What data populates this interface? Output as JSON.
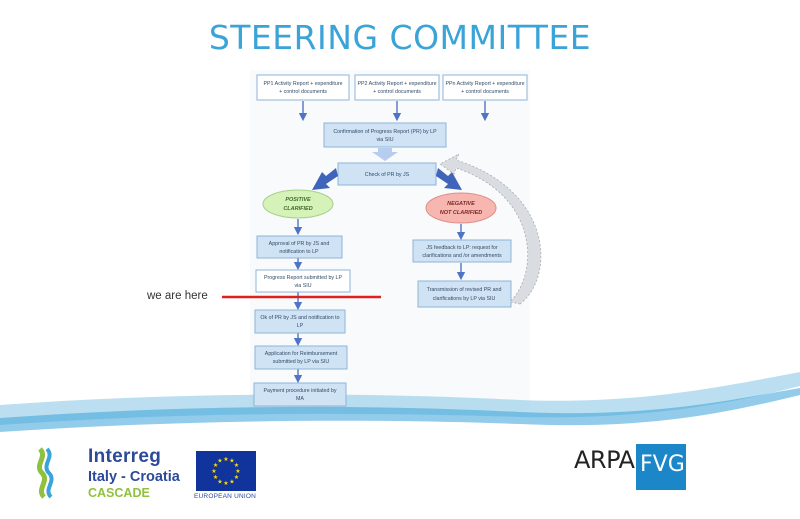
{
  "title": "STEERING COMMITTEE",
  "annotation": {
    "label": "we are here",
    "color": "#e0201b"
  },
  "colors": {
    "title": "#3aa3d8",
    "box_fill": "#cfe3f5",
    "box_stroke": "#8fb4d8",
    "arrow": "#4f74c7",
    "positive_oval": "#d5f2b8",
    "negative_oval": "#f7b7b0"
  },
  "flowchart": {
    "top_boxes": [
      {
        "line1": "PP1 Activity Report + expenditure",
        "line2": "+ control documents"
      },
      {
        "line1": "PP2 Activity Report + expenditure",
        "line2": "+ control documents"
      },
      {
        "line1": "PPn Activity Report + expenditure",
        "line2": "+ control documents"
      }
    ],
    "confirmation": {
      "line1": "Confirmation of Progress Report (PR) by LP",
      "line2": "via SIU"
    },
    "check": {
      "line1": "Check of PR by JS"
    },
    "positive": {
      "line1": "POSITIVE",
      "line2": "CLARIFIED"
    },
    "negative": {
      "line1": "NEGATIVE",
      "line2": "NOT CLARIFIED"
    },
    "left_steps": [
      {
        "line1": "Approval of PR by JS and",
        "line2": "notification to LP"
      },
      {
        "line1": "Progress Report submitted by LP",
        "line2": "via SIU"
      },
      {
        "line1": "Ok of PR by JS and notification to",
        "line2": "LP"
      },
      {
        "line1": "Application for Reimbursement",
        "line2": "submitted by LP via SIU"
      },
      {
        "line1": "Payment procedure initiated by",
        "line2": "MA"
      }
    ],
    "right_steps": [
      {
        "line1": "JS feedback to LP: request for",
        "line2": "clarifications and /or amendments"
      },
      {
        "line1": "Transmission of revised PR and",
        "line2": "clarifications by LP via SIU"
      }
    ]
  },
  "logos": {
    "interreg": {
      "brand": "Interreg",
      "programme": "Italy - Croatia",
      "project": "CASCADE",
      "eu_label": "EUROPEAN UNION"
    },
    "arpa": {
      "word": "ARPA",
      "block": "FVG"
    }
  }
}
